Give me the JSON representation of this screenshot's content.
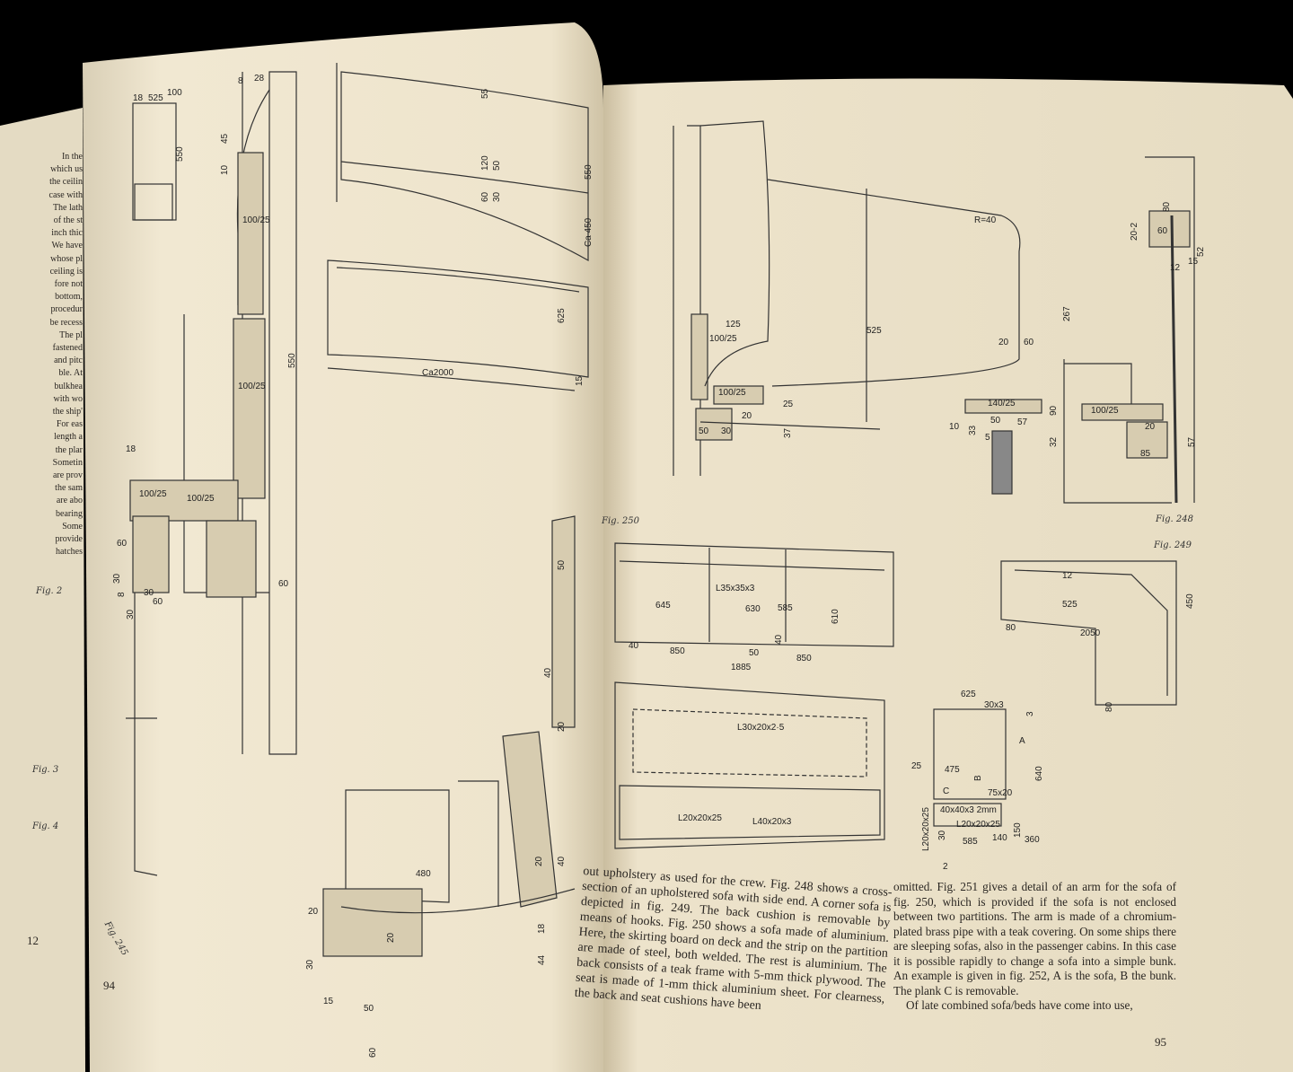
{
  "left_stub_page": {
    "lines": [
      "In the",
      "which us",
      "the ceilin",
      "case with",
      "The lath",
      "of the st",
      "inch thic",
      "We have",
      "whose pl",
      "ceiling is",
      "fore not",
      "bottom,",
      "procedur",
      "be recess",
      "The pl",
      "fastened",
      "and pitc",
      "ble. At",
      "bulkhea",
      "with wo",
      "the ship'",
      "For eas",
      "length a",
      "the plar",
      "Sometin",
      "are prov",
      "the sam",
      "are abo",
      "bearing",
      "Some",
      "provide",
      "hatches"
    ],
    "figures": [
      "Fig. 2",
      "Fig. 3",
      "Fig. 4"
    ],
    "page_number": "12"
  },
  "left_page": {
    "figure_label": "Fig. 245",
    "page_number": "94",
    "dimensions": [
      "28",
      "8",
      "525",
      "18",
      "100",
      "550",
      "45",
      "10",
      "100/25",
      "55",
      "120",
      "50",
      "60",
      "30",
      "550",
      "Ca 450",
      "100/25",
      "625",
      "Ca2000",
      "15",
      "550",
      "18",
      "100/25",
      "100/25",
      "60",
      "30",
      "8",
      "30",
      "60",
      "30",
      "60",
      "50",
      "40",
      "20",
      "480",
      "20",
      "30",
      "20",
      "50",
      "15",
      "60",
      "44",
      "18",
      "20",
      "40"
    ]
  },
  "right_page": {
    "page_number": "95",
    "figure_labels": [
      "Fig. 250",
      "Fig. 248",
      "Fig. 249"
    ],
    "dimensions": [
      "R=40",
      "125",
      "100/25",
      "525",
      "20",
      "60",
      "267",
      "100/25",
      "20",
      "37",
      "25",
      "140/25",
      "10",
      "33",
      "50",
      "57",
      "32",
      "90",
      "50",
      "30",
      "5",
      "80",
      "20-2",
      "52",
      "60",
      "12",
      "15",
      "100/25",
      "20",
      "57",
      "85",
      "L35x35x3",
      "645",
      "630",
      "585",
      "610",
      "40",
      "40",
      "850",
      "50",
      "850",
      "1885",
      "L30x20x2·5",
      "L20x20x25",
      "L40x20x3",
      "525",
      "12",
      "450",
      "80",
      "2050",
      "80",
      "625",
      "30x3",
      "3",
      "A",
      "640",
      "25",
      "475",
      "B",
      "75x20",
      "C",
      "L20x20x25",
      "40x40x3 2mm",
      "L20x20x25",
      "30",
      "150",
      "360",
      "140",
      "585",
      "2"
    ],
    "paragraph_left": "out upholstery as used for the crew. Fig. 248 shows a cross-section of an upholstered sofa with side end. A corner sofa is depicted in fig. 249. The back cushion is removable by means of hooks. Fig. 250 shows a sofa made of aluminium. Here, the skirting board on deck and the strip on the partition are made of steel, both welded. The rest is aluminium. The back consists of a teak frame with 5-mm thick plywood. The seat is made of 1-mm thick aluminium sheet. For clearness, the back and seat cushions have been",
    "paragraph_right": "omitted. Fig. 251 gives a detail of an arm for the sofa of fig. 250, which is provided if the sofa is not enclosed between two partitions. The arm is made of a chromium-plated brass pipe with a teak covering. On some ships there are sleeping sofas, also in the passenger cabins. In this case it is possible rapidly to change a sofa into a simple bunk. An example is given in fig. 252, A is the sofa, B the bunk. The plank C is removable.",
    "paragraph_right_2": "Of late combined sofa/beds have come into use,"
  },
  "colors": {
    "background": "#000000",
    "paper_left": "#efe6cf",
    "paper_right": "#ede4cc",
    "ink": "#2a2622"
  }
}
